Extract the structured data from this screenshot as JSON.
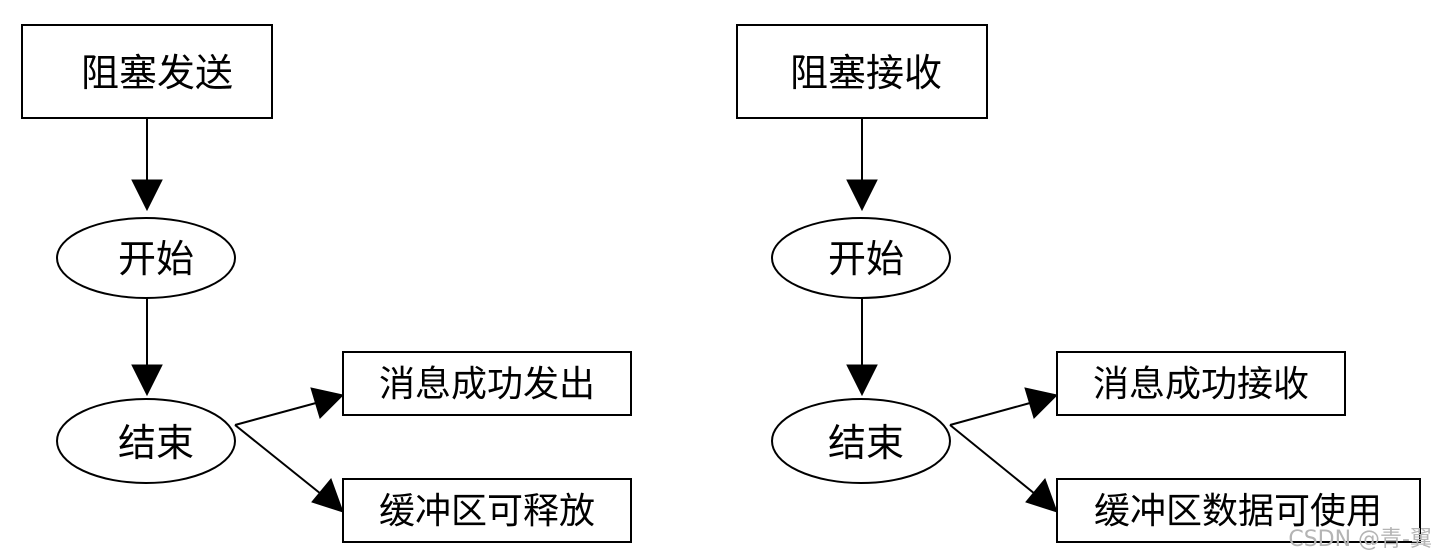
{
  "diagrams": {
    "send": {
      "root": "阻塞发送",
      "start": "开始",
      "end": "结束",
      "outcome_1": "消息成功发出",
      "outcome_2": "缓冲区可释放"
    },
    "receive": {
      "root": "阻塞接收",
      "start": "开始",
      "end": "结束",
      "outcome_1": "消息成功接收",
      "outcome_2": "缓冲区数据可使用"
    }
  },
  "watermark": "CSDN @青-翼",
  "colors": {
    "stroke": "#000000",
    "background": "#ffffff",
    "watermark": "#b4b4b4"
  }
}
